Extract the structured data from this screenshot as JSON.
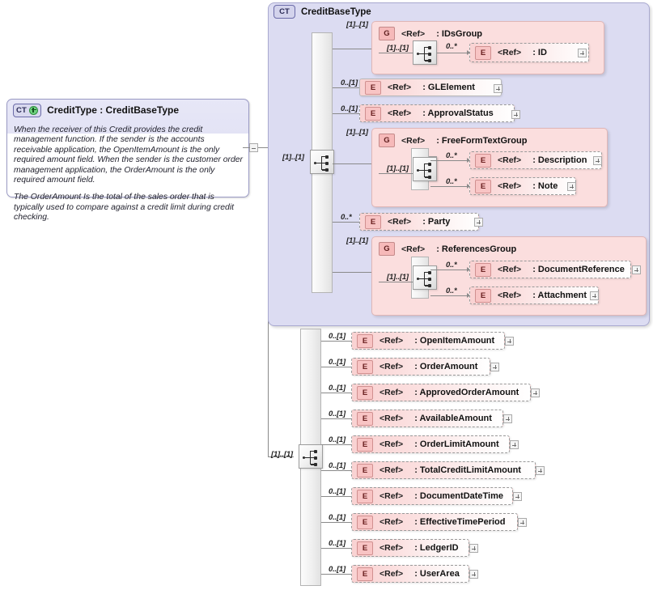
{
  "diagram": {
    "kind": "xsd-schema-diagram",
    "background": "#ffffff",
    "colors": {
      "complex_type_fill": "#dcdcf2",
      "complex_type_border": "#a9a9d0",
      "group_fill": "#fbdede",
      "group_border": "#e0b6b6",
      "element_fill": "#f9d2d2",
      "badge_element_fill": "#f8c4c4",
      "badge_group_fill": "#f6b9b9",
      "connector_line": "#8a8a8a",
      "expand_plus_green": "#6fd27f"
    }
  },
  "root_type": {
    "badge": "CT",
    "badge_icon": "ct-expand-plus-icon",
    "title": "CreditType : CreditBaseType",
    "documentation": [
      "When the receiver of this Credit provides the credit management function. If the sender is the accounts receivable application, the OpenItemAmount is the only required amount field.  When the sender is the customer order management application, the OrderAmount is the only required amount field.",
      "The OrderAmount Is the total of the sales order that is typically used to compare against a credit limit during credit checking."
    ],
    "collapse_toggle": "minus"
  },
  "base_type_container": {
    "badge": "CT",
    "title": "CreditBaseType",
    "compositor": "sequence",
    "compositor_occurrence": "[1]..[1]"
  },
  "labels": {
    "ref": "<Ref>",
    "occ_required": "[1]..[1]",
    "occ_optional": "0..[1]",
    "occ_unbounded": "0..*"
  },
  "groups": [
    {
      "id": "ids-group",
      "badge": "G",
      "ref": "<Ref>",
      "name": ": IDsGroup",
      "occurrence": "[1]..[1]",
      "inner_compositor": "sequence",
      "inner_occurrence": "[1]..[1]",
      "children": [
        {
          "badge": "E",
          "ref": "<Ref>",
          "name": ": ID",
          "occurrence": "0..*",
          "expander": "plus"
        }
      ]
    },
    {
      "id": "freeformtext-group",
      "badge": "G",
      "ref": "<Ref>",
      "name": ": FreeFormTextGroup",
      "occurrence": "[1]..[1]",
      "inner_compositor": "sequence",
      "inner_occurrence": "[1]..[1]",
      "children": [
        {
          "badge": "E",
          "ref": "<Ref>",
          "name": ": Description",
          "occurrence": "0..*",
          "expander": "plus"
        },
        {
          "badge": "E",
          "ref": "<Ref>",
          "name": ": Note",
          "occurrence": "0..*",
          "expander": "plus"
        }
      ]
    },
    {
      "id": "references-group",
      "badge": "G",
      "ref": "<Ref>",
      "name": ": ReferencesGroup",
      "occurrence": "[1]..[1]",
      "inner_compositor": "sequence",
      "inner_occurrence": "[1]..[1]",
      "children": [
        {
          "badge": "E",
          "ref": "<Ref>",
          "name": ": DocumentReference",
          "occurrence": "0..*",
          "expander": "plus"
        },
        {
          "badge": "E",
          "ref": "<Ref>",
          "name": ": Attachment",
          "occurrence": "0..*",
          "expander": "plus"
        }
      ]
    }
  ],
  "base_direct_elements": [
    {
      "badge": "E",
      "ref": "<Ref>",
      "name": ": GLElement",
      "occurrence": "0..[1]",
      "expander": "plus"
    },
    {
      "badge": "E",
      "ref": "<Ref>",
      "name": ": ApprovalStatus",
      "occurrence": "0..[1]",
      "expander": "plus"
    },
    {
      "badge": "E",
      "ref": "<Ref>",
      "name": ": Party",
      "occurrence": "0..*",
      "expander": "plus"
    }
  ],
  "extension_elements": [
    {
      "badge": "E",
      "ref": "<Ref>",
      "name": ": OpenItemAmount",
      "occurrence": "0..[1]",
      "expander": "plus"
    },
    {
      "badge": "E",
      "ref": "<Ref>",
      "name": ": OrderAmount",
      "occurrence": "0..[1]",
      "expander": "plus"
    },
    {
      "badge": "E",
      "ref": "<Ref>",
      "name": ": ApprovedOrderAmount",
      "occurrence": "0..[1]",
      "expander": "plus"
    },
    {
      "badge": "E",
      "ref": "<Ref>",
      "name": ": AvailableAmount",
      "occurrence": "0..[1]",
      "expander": "plus"
    },
    {
      "badge": "E",
      "ref": "<Ref>",
      "name": ": OrderLimitAmount",
      "occurrence": "0..[1]",
      "expander": "plus"
    },
    {
      "badge": "E",
      "ref": "<Ref>",
      "name": ": TotalCreditLimitAmount",
      "occurrence": "0..[1]",
      "expander": "plus"
    },
    {
      "badge": "E",
      "ref": "<Ref>",
      "name": ": DocumentDateTime",
      "occurrence": "0..[1]",
      "expander": "plus"
    },
    {
      "badge": "E",
      "ref": "<Ref>",
      "name": ": EffectiveTimePeriod",
      "occurrence": "0..[1]",
      "expander": "plus"
    },
    {
      "badge": "E",
      "ref": "<Ref>",
      "name": ": LedgerID",
      "occurrence": "0..[1]",
      "expander": "plus"
    },
    {
      "badge": "E",
      "ref": "<Ref>",
      "name": ": UserArea",
      "occurrence": "0..[1]",
      "expander": "plus"
    }
  ],
  "extension_compositor": {
    "compositor": "sequence",
    "occurrence": "[1]..[1]"
  }
}
